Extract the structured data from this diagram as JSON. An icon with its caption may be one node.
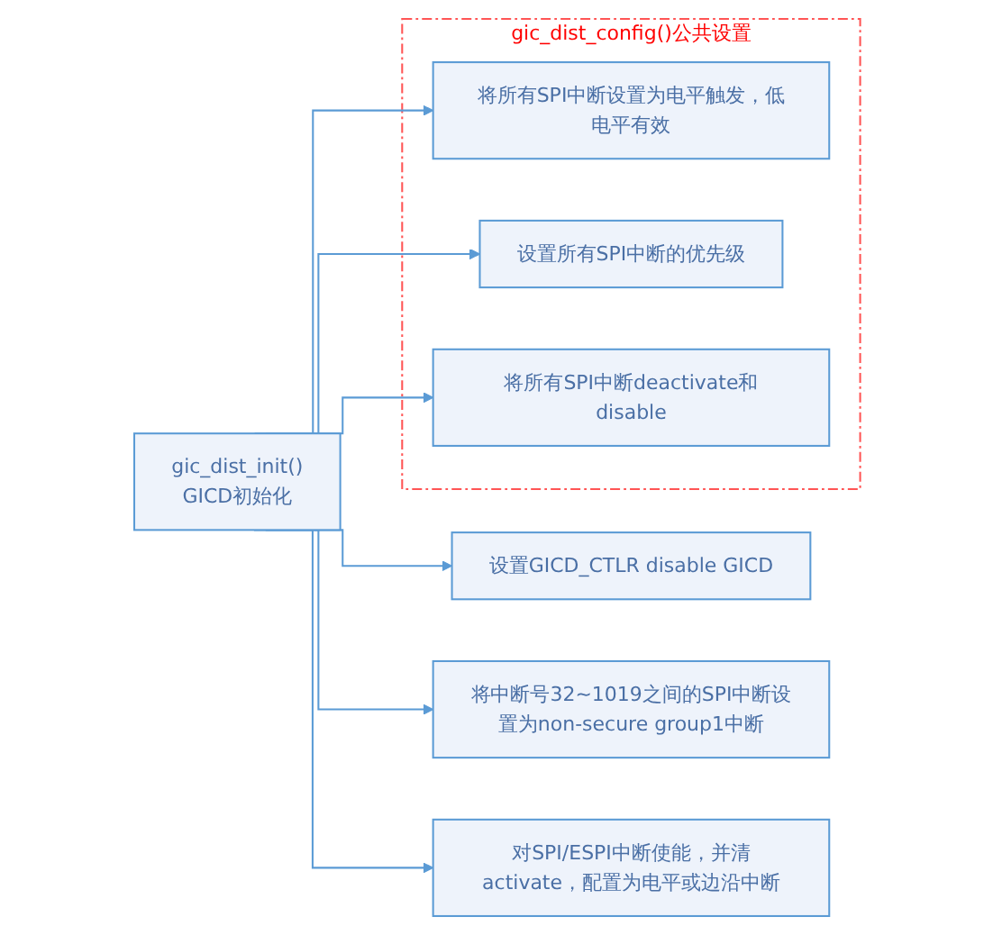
{
  "diagram": {
    "nodes": [
      {
        "text": [
          "gic_dist_init()",
          "GICD初始化"
        ]
      },
      {
        "text": [
          "设置GICD_CTLR disable GICD"
        ]
      },
      {
        "text": [
          "将中断号32~1019之间的SPI中断设置为non-secure group1中断"
        ]
      },
      {
        "text": [
          "对SPI/ESPI中断使能，并清activate，配置为电平或边沿中断"
        ]
      },
      {
        "text": [
          "gic_dist_config()公共设置"
        ]
      },
      {
        "text": [
          "将所有SPI中断设置为电平触发，低电平有效"
        ],
        "in": 4
      },
      {
        "text": [
          "设置所有SPI中断的优先级"
        ],
        "in": 4
      },
      {
        "text": [
          "将所有SPI中断deactivate和disable"
        ],
        "in": 4
      }
    ],
    "edges": [
      {
        "from": 0,
        "to": 1,
        "arrow": "to"
      },
      {
        "from": 0,
        "to": 2,
        "arrow": "to"
      },
      {
        "from": 0,
        "to": 3,
        "arrow": "to"
      },
      {
        "from": 0,
        "to": 5,
        "arrow": "to"
      },
      {
        "from": 0,
        "to": 6,
        "arrow": "to"
      },
      {
        "from": 0,
        "to": 7,
        "arrow": "to"
      }
    ]
  }
}
